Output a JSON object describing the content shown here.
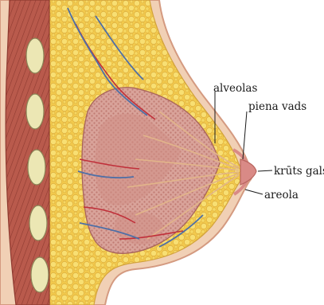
{
  "diagram": {
    "labels": {
      "alveolas": "alveolas",
      "piena_vads": "piena vads",
      "kruts_gals": "krūts gals",
      "areola": "areola"
    }
  },
  "colors": {
    "background": "#ffffff",
    "skin": "#f1d0b5",
    "skin_outline": "#d49a80",
    "fat": "#f4d35a",
    "muscle": "#b8544a",
    "rib": "#ece7b4",
    "gland": "#c8877e",
    "artery": "#c0303a",
    "vein": "#4f6fa6",
    "duct": "#e2b58a",
    "nipple": "#d98a86"
  }
}
